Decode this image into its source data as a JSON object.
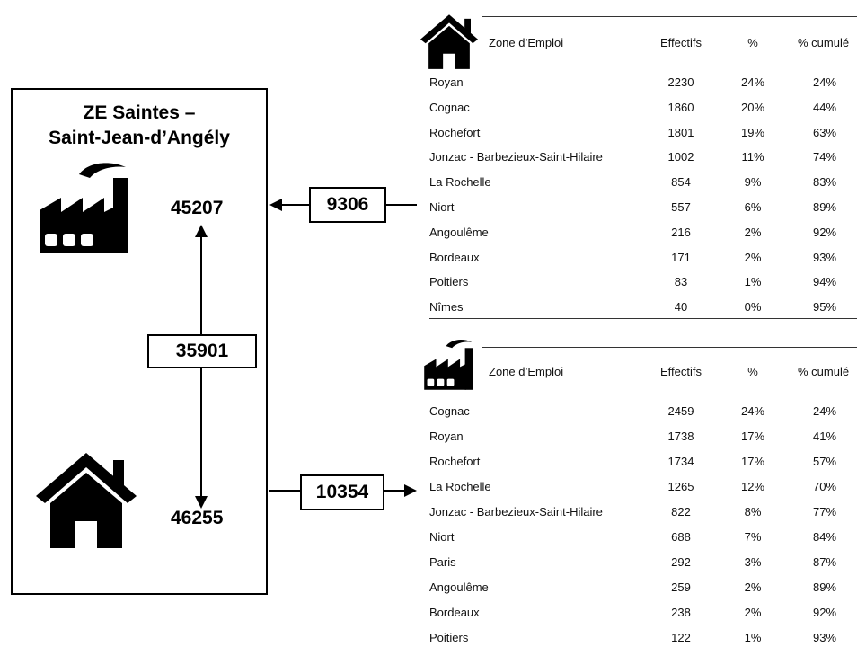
{
  "zone": {
    "title_line1": "ZE Saintes –",
    "title_line2": "Saint-Jean-d’Angély",
    "jobs": "45207",
    "residents": "46255",
    "internal_flow": "35901",
    "inflow": "9306",
    "outflow": "10354"
  },
  "headers": {
    "zone": "Zone d’Emploi",
    "effectifs": "Effectifs",
    "pct": "%",
    "cumul": "% cumulé"
  },
  "residence_table": {
    "icon": "house-icon",
    "rows": [
      {
        "zone": "Royan",
        "effectifs": "2230",
        "pct": "24%",
        "cumul": "24%"
      },
      {
        "zone": "Cognac",
        "effectifs": "1860",
        "pct": "20%",
        "cumul": "44%"
      },
      {
        "zone": "Rochefort",
        "effectifs": "1801",
        "pct": "19%",
        "cumul": "63%"
      },
      {
        "zone": "Jonzac - Barbezieux-Saint-Hilaire",
        "effectifs": "1002",
        "pct": "11%",
        "cumul": "74%"
      },
      {
        "zone": "La Rochelle",
        "effectifs": "854",
        "pct": "9%",
        "cumul": "83%"
      },
      {
        "zone": "Niort",
        "effectifs": "557",
        "pct": "6%",
        "cumul": "89%"
      },
      {
        "zone": "Angoulême",
        "effectifs": "216",
        "pct": "2%",
        "cumul": "92%"
      },
      {
        "zone": "Bordeaux",
        "effectifs": "171",
        "pct": "2%",
        "cumul": "93%"
      },
      {
        "zone": "Poitiers",
        "effectifs": "83",
        "pct": "1%",
        "cumul": "94%"
      },
      {
        "zone": "Nîmes",
        "effectifs": "40",
        "pct": "0%",
        "cumul": "95%"
      }
    ]
  },
  "work_table": {
    "icon": "factory-icon",
    "rows": [
      {
        "zone": "Cognac",
        "effectifs": "2459",
        "pct": "24%",
        "cumul": "24%"
      },
      {
        "zone": "Royan",
        "effectifs": "1738",
        "pct": "17%",
        "cumul": "41%"
      },
      {
        "zone": "Rochefort",
        "effectifs": "1734",
        "pct": "17%",
        "cumul": "57%"
      },
      {
        "zone": "La Rochelle",
        "effectifs": "1265",
        "pct": "12%",
        "cumul": "70%"
      },
      {
        "zone": "Jonzac - Barbezieux-Saint-Hilaire",
        "effectifs": "822",
        "pct": "8%",
        "cumul": "77%"
      },
      {
        "zone": "Niort",
        "effectifs": "688",
        "pct": "7%",
        "cumul": "84%"
      },
      {
        "zone": "Paris",
        "effectifs": "292",
        "pct": "3%",
        "cumul": "87%"
      },
      {
        "zone": "Angoulême",
        "effectifs": "259",
        "pct": "2%",
        "cumul": "89%"
      },
      {
        "zone": "Bordeaux",
        "effectifs": "238",
        "pct": "2%",
        "cumul": "92%"
      },
      {
        "zone": "Poitiers",
        "effectifs": "122",
        "pct": "1%",
        "cumul": "93%"
      }
    ]
  },
  "colors": {
    "ink": "#000000",
    "background": "#ffffff"
  }
}
